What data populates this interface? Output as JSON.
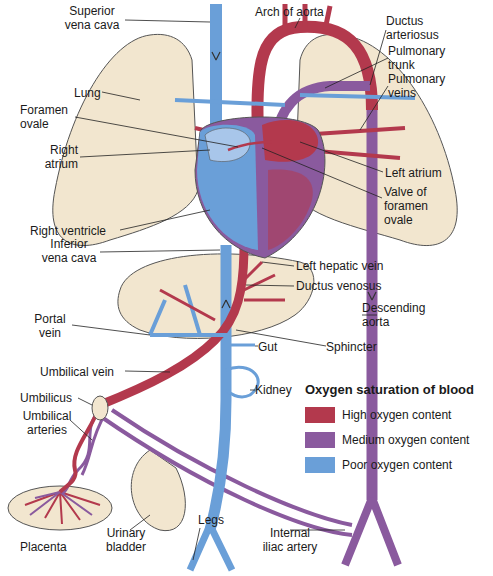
{
  "diagram": {
    "labels": [
      "Superior vena cava",
      "Arch of aorta",
      "Ductus arteriosus",
      "Pulmonary trunk",
      "Pulmonary veins",
      "Lung",
      "Foramen ovale",
      "Right atrium",
      "Left atrium",
      "Valve of foramen ovale",
      "Right ventricle",
      "Inferior vena cava",
      "Left hepatic vein",
      "Ductus venosus",
      "Descending aorta",
      "Portal vein",
      "Gut",
      "Sphincter",
      "Umbilical vein",
      "Kidney",
      "Umbilicus",
      "Umbilical arteries",
      "Oxygen saturation of blood",
      "Placenta",
      "Legs",
      "Urinary bladder",
      "Internal iliac artery"
    ],
    "legend": [
      {
        "text": "High oxygen content",
        "color": "#b3394d"
      },
      {
        "text": "Medium oxygen content",
        "color": "#8a5a9e"
      },
      {
        "text": "Poor oxygen content",
        "color": "#6a9fd8"
      }
    ]
  }
}
